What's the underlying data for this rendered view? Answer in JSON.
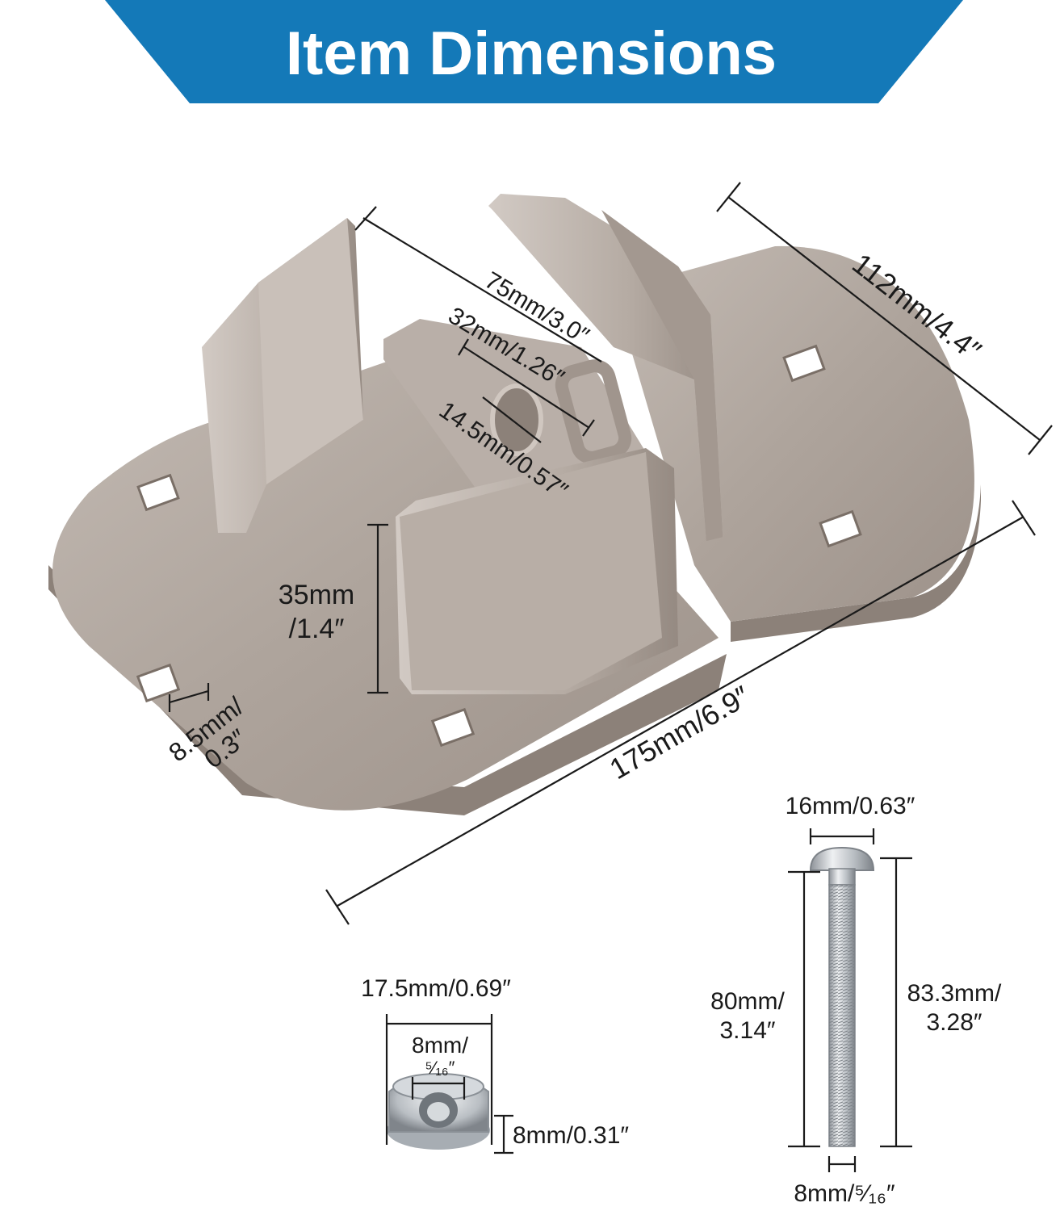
{
  "banner": {
    "title": "Item Dimensions",
    "color": "#1479b8"
  },
  "plate": {
    "dimensions": {
      "length": "175mm/6.9″",
      "width": "112mm/4.4″",
      "gap_outer": "75mm/3.0″",
      "slot_width": "32mm/1.26″",
      "hole_diameter": "14.5mm/0.57″",
      "guard_height_mm": "35mm",
      "guard_height_in": "/1.4″",
      "square_hole_mm": "8.5mm/",
      "square_hole_in": "0.3″"
    }
  },
  "nut": {
    "dimensions": {
      "flange_diameter": "17.5mm/0.69″",
      "thread_mm": "8mm/",
      "thread_in": "⁵⁄₁₆″",
      "height": "8mm/0.31″"
    }
  },
  "bolt": {
    "dimensions": {
      "head_diameter": "16mm/0.63″",
      "shank_length_mm": "80mm/",
      "shank_length_in": "3.14″",
      "total_length_mm": "83.3mm/",
      "total_length_in": "3.28″",
      "thread_diameter": "8mm/⁵⁄₁₆″"
    }
  },
  "colors": {
    "metal": "#b3a9a1",
    "metal_dark": "#8c8179",
    "metal_light": "#cfc6bf",
    "steel": "#c9cdd1"
  }
}
